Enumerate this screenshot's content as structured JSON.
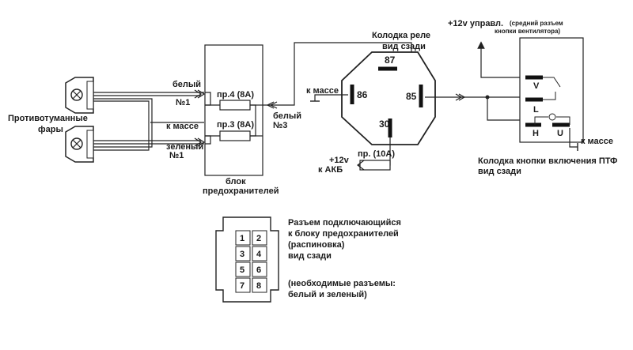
{
  "labels": {
    "fog_lamps": [
      "Противотуманные",
      "фары"
    ],
    "white_1": [
      "белый",
      "№1"
    ],
    "to_ground_left": "к массе",
    "green_1": [
      "зеленый",
      "№1"
    ],
    "fuse_4": "пр.4 (8А)",
    "fuse_3": "пр.3 (8А)",
    "fuse_block": [
      "блок",
      "предохранителей"
    ],
    "white_3": [
      "белый",
      "№3"
    ],
    "relay_header": [
      "Колодка реле",
      "вид сзади"
    ],
    "to_ground_relay": "к массе",
    "pin_87": "87",
    "pin_86": "86",
    "pin_85": "85",
    "pin_30": "30",
    "fuse_10a": "пр. (10А)",
    "battery": [
      "+12v",
      "к АКБ"
    ],
    "control_12v": "+12v управл.",
    "control_note": [
      "(средний разъем",
      "кнопки вентилятора)"
    ],
    "switch_pin_v": "V",
    "switch_pin_l": "L",
    "switch_pin_h": "H",
    "switch_pin_u": "U",
    "to_ground_switch": "к массе",
    "switch_header": [
      "Колодка кнопки включения ПТФ",
      "вид сзади"
    ],
    "connector_title": [
      "Разъем подключающийся",
      "к блоку предохранителей",
      "(распиновка)",
      "вид сзади"
    ],
    "connector_note": [
      "(необходимые разъемы:",
      "белый и зеленый)"
    ]
  },
  "connector_pins": [
    "1",
    "2",
    "3",
    "4",
    "5",
    "6",
    "7",
    "8"
  ]
}
